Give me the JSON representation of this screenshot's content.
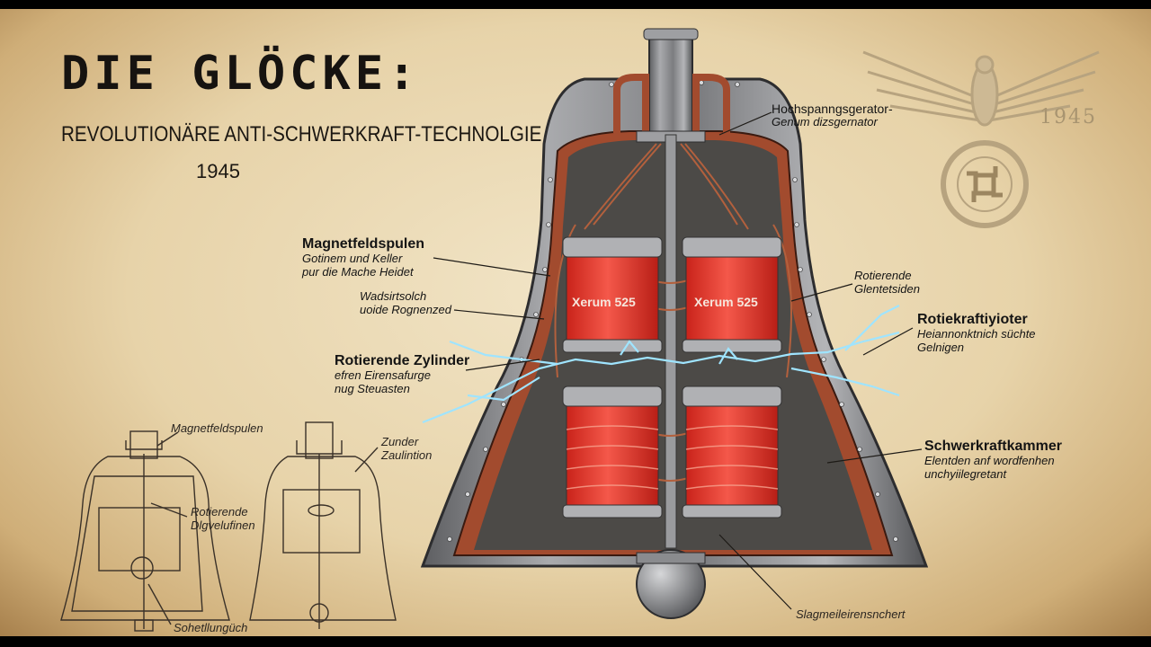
{
  "header": {
    "title": "DIE GLÖCKE:",
    "subtitle": "REVOLUTIONÄRE ANTI-SCHWERKRAFT-TECHNOLGIE",
    "year": "1945"
  },
  "emblem": {
    "year": "1945",
    "icon": "eagle-emblem-icon"
  },
  "labels": {
    "hochspannung": {
      "title": "Hochspanngsgerator-",
      "sub": "Genum dizsgernator"
    },
    "magnetfeld": {
      "title": "Magnetfeldspulen",
      "sub1": "Gotinem und Keller",
      "sub2": "pur die Mache Heidet"
    },
    "wadsir": {
      "line1": "Wadsirtsolch",
      "line2": "uoide Rognenzed"
    },
    "rotierende_zylinder": {
      "title": "Rotierende Zylinder",
      "sub1": "efren Eirensafurge",
      "sub2": "nug Steuasten"
    },
    "rotierende_right": {
      "line1": "Rotierende",
      "line2": "Glentetsiden"
    },
    "rotiekraft": {
      "title": "Rotiekraftiyioter",
      "sub1": "Heiannonktnich süchte",
      "sub2": "Gelnigen"
    },
    "schwerkraft": {
      "title": "Schwerkraftkammer",
      "sub1": "Elentden anf wordfenhen",
      "sub2": "unchyiilegretant"
    },
    "bottom": "Slagmeileirensnchert",
    "xerum_left": "Xerum 525",
    "xerum_right": "Xerum 525"
  },
  "sketches": {
    "left_magnet": "Magnetfeldspulen",
    "left_rot1": "Rotierende",
    "left_rot2": "Dlgvelufinen",
    "left_bottom": "Sohetllungüch",
    "right_z1": "Zunder",
    "right_z2": "Zaulintion"
  },
  "colors": {
    "paper": "#ecdcb8",
    "metal": "#8d8d8f",
    "copper": "#a8502f",
    "xerum_red": "#e43a2f",
    "lightning": "#9fe4ff",
    "ink": "#161310"
  }
}
